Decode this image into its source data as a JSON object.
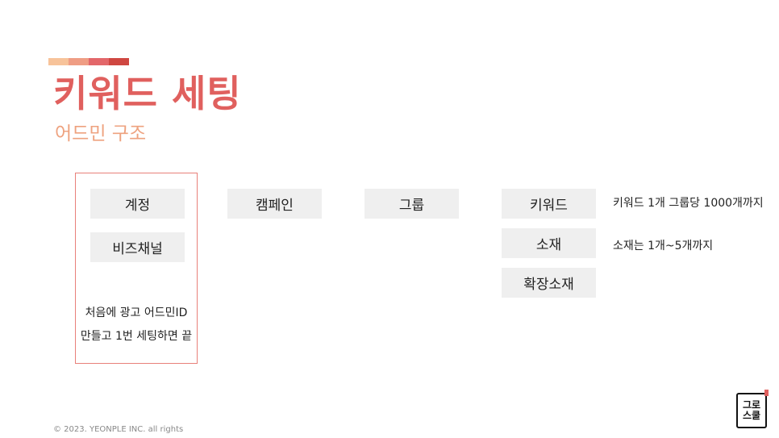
{
  "slide": {
    "title": "키워드 세팅",
    "subtitle": "어드민 구조",
    "accent_colors": [
      "#f7c39a",
      "#ef9d84",
      "#e3676a",
      "#cf4741"
    ],
    "title_color": "#e0605e",
    "subtitle_color": "#eea27f"
  },
  "hierarchy": {
    "account": "계정",
    "biz_channel": "비즈채널",
    "campaign": "캠페인",
    "group": "그룹",
    "keyword": "키워드",
    "creative": "소재",
    "extension_creative": "확장소재"
  },
  "notes": {
    "keyword_limit": "키워드 1개 그룹당 1000개까지",
    "creative_limit": "소재는 1개~5개까지",
    "box_line1": "처음에 광고 어드민ID",
    "box_line2": "만들고 1번 세팅하면 끝"
  },
  "footer": {
    "copyright": "© 2023. YEONPLE INC. all rights"
  },
  "logo": {
    "line1": "그로",
    "line2": "스쿨"
  }
}
